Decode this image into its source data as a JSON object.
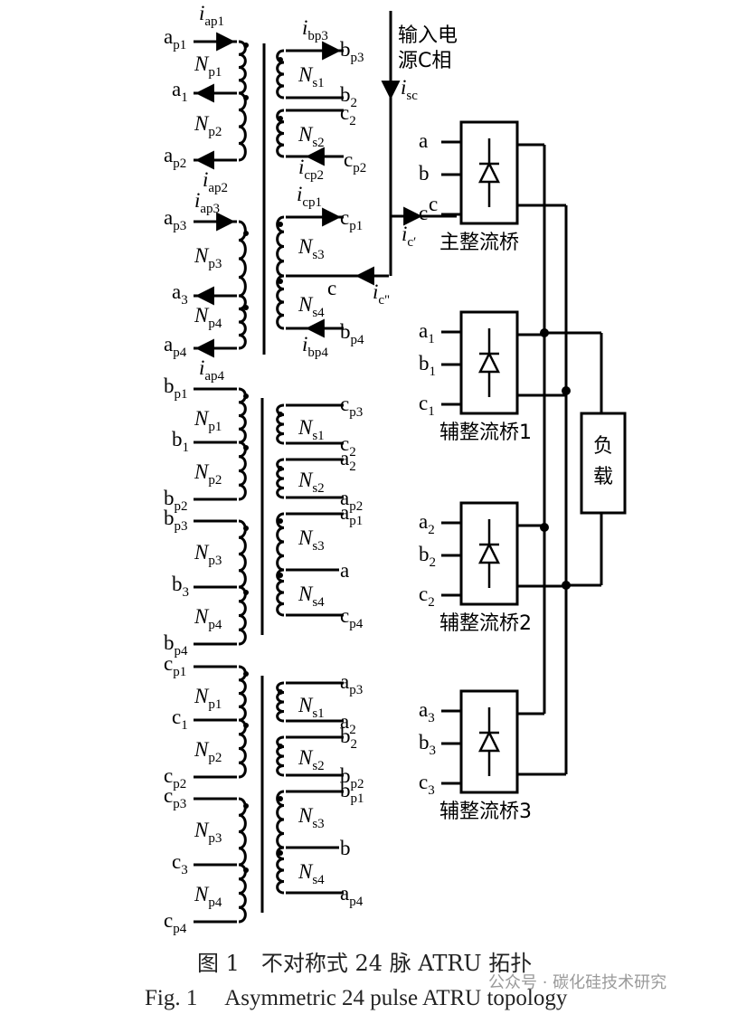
{
  "transformer_a": {
    "primary": {
      "ap1": "a",
      "ap1_sub": "p1",
      "i_ap1": "i",
      "i_ap1_sub": "ap1",
      "Np1": "N",
      "Np1_sub": "p1",
      "a1": "a",
      "a1_sub": "1",
      "Np2": "N",
      "Np2_sub": "p2",
      "ap2": "a",
      "ap2_sub": "p2",
      "i_ap2": "i",
      "i_ap2_sub": "ap2",
      "ap3": "a",
      "ap3_sub": "p3",
      "i_ap3": "i",
      "i_ap3_sub": "ap3",
      "Np3": "N",
      "Np3_sub": "p3",
      "a3": "a",
      "a3_sub": "3",
      "Np4": "N",
      "Np4_sub": "p4",
      "ap4": "a",
      "ap4_sub": "p4",
      "i_ap4": "i",
      "i_ap4_sub": "ap4"
    },
    "secondary": {
      "i_bp3": "i",
      "i_bp3_sub": "bp3",
      "bp3": "b",
      "bp3_sub": "p3",
      "Ns1": "N",
      "Ns1_sub": "s1",
      "b2": "b",
      "b2_sub": "2",
      "c2": "c",
      "c2_sub": "2",
      "Ns2": "N",
      "Ns2_sub": "s2",
      "cp2": "c",
      "cp2_sub": "p2",
      "i_cp2": "i",
      "i_cp2_sub": "cp2",
      "i_cp1": "i",
      "i_cp1_sub": "cp1",
      "cp1": "c",
      "cp1_sub": "p1",
      "Ns3": "N",
      "Ns3_sub": "s3",
      "c": "c",
      "i_cpp": "i",
      "i_cpp_sub": "c\"",
      "Ns4": "N",
      "Ns4_sub": "s4",
      "bp4": "b",
      "bp4_sub": "p4",
      "i_bp4": "i",
      "i_bp4_sub": "bp4"
    }
  },
  "source": {
    "label_line1": "输入电",
    "label_line2": "源C相",
    "i_sc": "i",
    "i_sc_sub": "sc",
    "c": "c",
    "i_cp": "i",
    "i_cp_sub": "c′"
  },
  "transformer_b": {
    "primary": [
      "b|p1",
      "N|p1",
      "b|1",
      "N|p2",
      "b|p2",
      "b|p3",
      "N|p3",
      "b|3",
      "N|p4",
      "b|p4"
    ],
    "secondary": [
      "c|p3",
      "N|s1",
      "c|2",
      "a|2",
      "N|s2",
      "a|p2",
      "a|p1",
      "N|s3",
      "a|",
      "N|s4",
      "c|p4"
    ]
  },
  "transformer_c": {
    "primary": [
      "c|p1",
      "N|p1",
      "c|1",
      "N|p2",
      "c|p2",
      "c|p3",
      "N|p3",
      "c|3",
      "N|p4",
      "c|p4"
    ],
    "secondary": [
      "a|p3",
      "N|s1",
      "a|2",
      "b|2",
      "N|s2",
      "b|p2",
      "b|p1",
      "N|s3",
      "b|",
      "N|s4",
      "a|p4"
    ]
  },
  "bridges": {
    "main": {
      "name": "主整流桥",
      "inputs": [
        "a",
        "b",
        "c"
      ],
      "input_subs": [
        "",
        "",
        ""
      ]
    },
    "aux1": {
      "name": "辅整流桥1",
      "inputs": [
        "a",
        "b",
        "c"
      ],
      "input_subs": [
        "1",
        "1",
        "1"
      ]
    },
    "aux2": {
      "name": "辅整流桥2",
      "inputs": [
        "a",
        "b",
        "c"
      ],
      "input_subs": [
        "2",
        "2",
        "2"
      ]
    },
    "aux3": {
      "name": "辅整流桥3",
      "inputs": [
        "a",
        "b",
        "c"
      ],
      "input_subs": [
        "3",
        "3",
        "3"
      ]
    }
  },
  "load": {
    "line1": "负",
    "line2": "载"
  },
  "caption": {
    "cn": "图 1　不对称式 24 脉 ATRU 拓扑",
    "en": "Fig. 1　 Asymmetric 24 pulse ATRU topology"
  },
  "watermark": "公众号 · 碳化硅技术研究"
}
